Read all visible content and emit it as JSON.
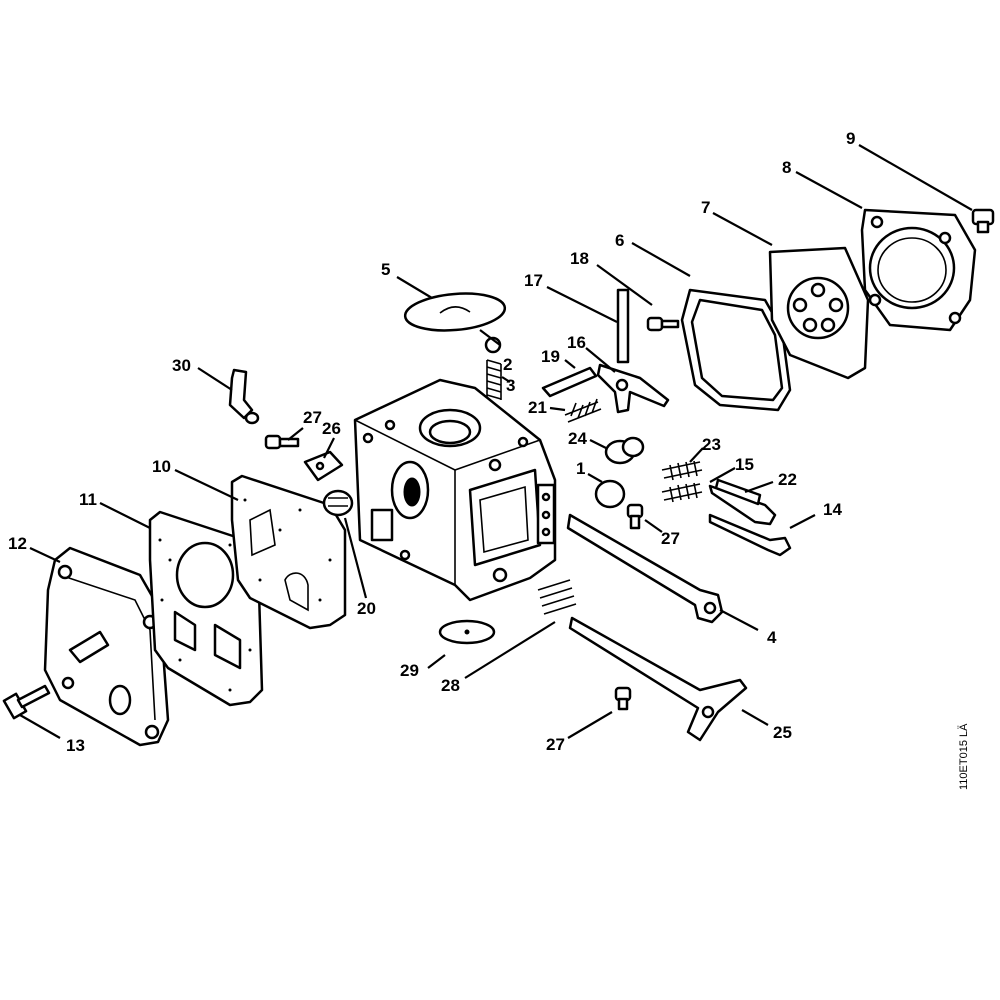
{
  "diagram": {
    "callouts": [
      {
        "id": "c1",
        "text": "1"
      },
      {
        "id": "c2",
        "text": "2"
      },
      {
        "id": "c3",
        "text": "3"
      },
      {
        "id": "c4",
        "text": "4"
      },
      {
        "id": "c5",
        "text": "5"
      },
      {
        "id": "c6",
        "text": "6"
      },
      {
        "id": "c7",
        "text": "7"
      },
      {
        "id": "c8",
        "text": "8"
      },
      {
        "id": "c9",
        "text": "9"
      },
      {
        "id": "c10",
        "text": "10"
      },
      {
        "id": "c11",
        "text": "11"
      },
      {
        "id": "c12",
        "text": "12"
      },
      {
        "id": "c13",
        "text": "13"
      },
      {
        "id": "c14",
        "text": "14"
      },
      {
        "id": "c15",
        "text": "15"
      },
      {
        "id": "c16",
        "text": "16"
      },
      {
        "id": "c17",
        "text": "17"
      },
      {
        "id": "c18",
        "text": "18"
      },
      {
        "id": "c19",
        "text": "19"
      },
      {
        "id": "c20",
        "text": "20"
      },
      {
        "id": "c21",
        "text": "21"
      },
      {
        "id": "c22",
        "text": "22"
      },
      {
        "id": "c23",
        "text": "23"
      },
      {
        "id": "c24",
        "text": "24"
      },
      {
        "id": "c25",
        "text": "25"
      },
      {
        "id": "c26",
        "text": "26"
      },
      {
        "id": "c27a",
        "text": "27"
      },
      {
        "id": "c27b",
        "text": "27"
      },
      {
        "id": "c27c",
        "text": "27"
      },
      {
        "id": "c28",
        "text": "28"
      },
      {
        "id": "c29",
        "text": "29"
      },
      {
        "id": "c30",
        "text": "30"
      }
    ],
    "drawing_code": "110ET015 LÄ"
  }
}
